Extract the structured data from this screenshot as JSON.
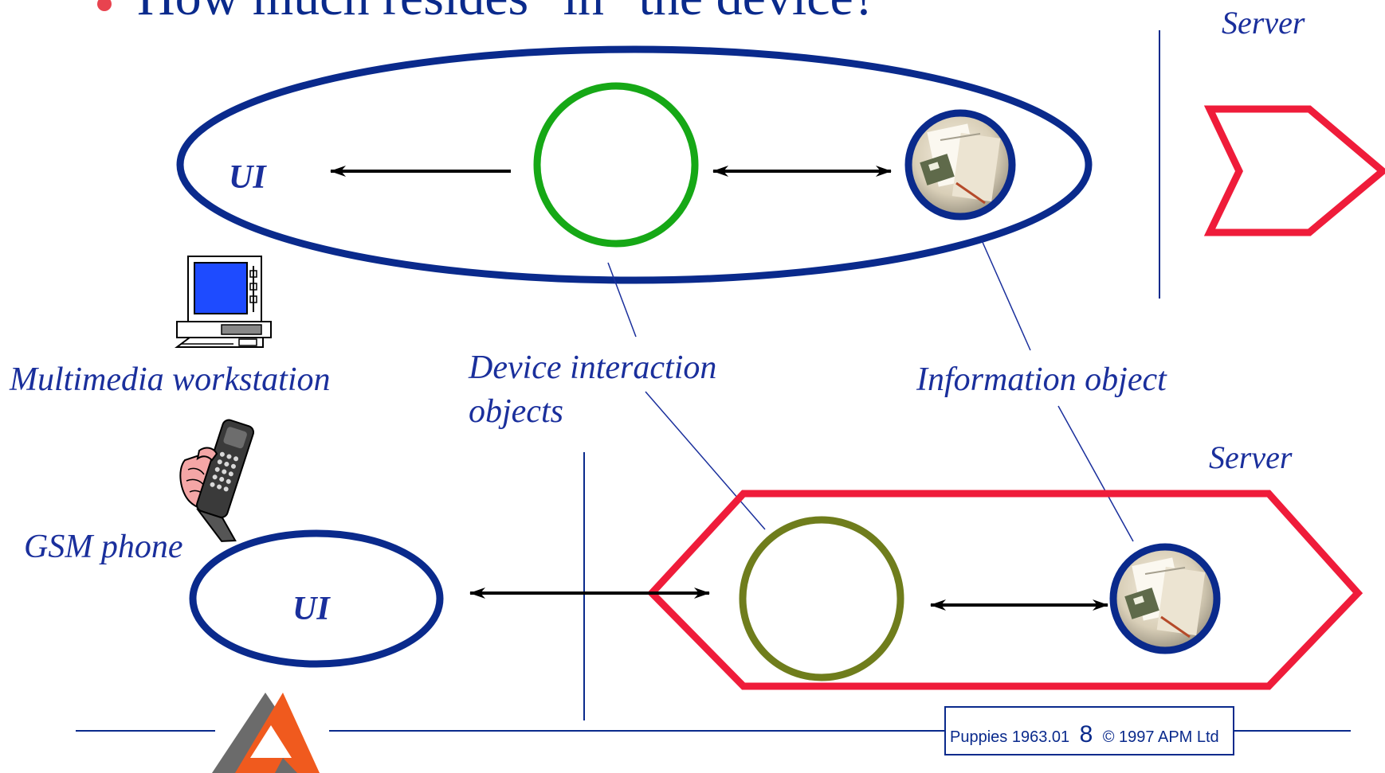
{
  "slide": {
    "heading": "How much resides \"in\" the device?"
  },
  "labels": {
    "server_top": "Server",
    "server_bottom": "Server",
    "ui_top": "UI",
    "ui_bottom": "UI",
    "multimedia_workstation": "Multimedia workstation",
    "device_interaction_line1": "Device interaction",
    "device_interaction_line2": "objects",
    "information_object": "Information object",
    "gsm_phone": "GSM phone"
  },
  "footer": {
    "left_text": "Puppies 1963.01",
    "page_number": "8",
    "right_text": "© 1997 APM Ltd"
  },
  "colors": {
    "ui_blue": "#0a2a8c",
    "label_blue": "#1a2f9c",
    "device_green": "#16a816",
    "device_olive": "#6f7d1c",
    "server_red": "#ef1c3a",
    "bullet_red": "#e8434f",
    "logo_grey": "#6b6b6b",
    "logo_orange": "#f05a1e"
  },
  "icons": {
    "workstation": "computer-workstation-icon",
    "phone": "gsm-phone-in-hand-icon",
    "information": "information-document-icon",
    "logo": "apm-triangle-logo-icon"
  }
}
